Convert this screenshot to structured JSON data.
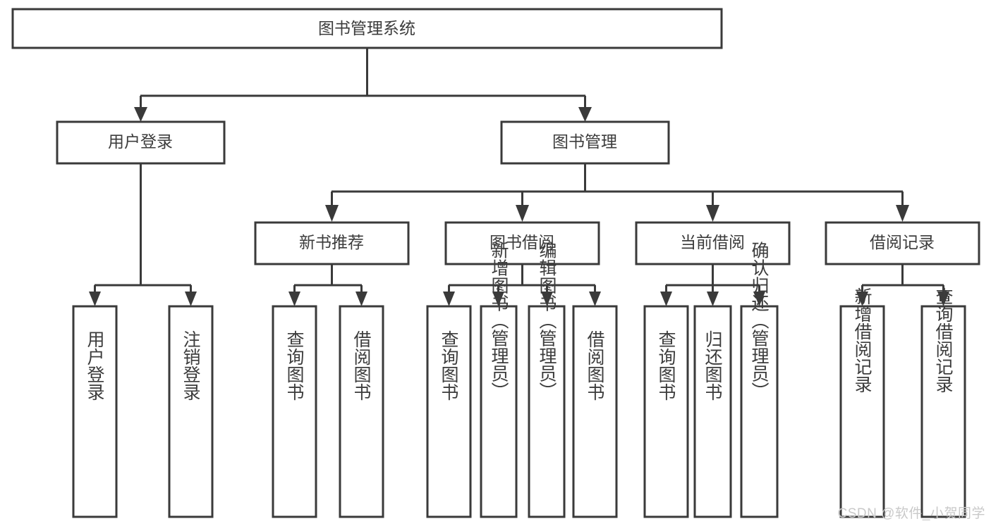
{
  "diagram": {
    "title": "图书管理系统",
    "type": "tree-hierarchy-chart",
    "watermark": "CSDN @软件_小贺同学",
    "colors": {
      "stroke": "#3a3a3a",
      "fill": "#ffffff",
      "text": "#3c3c3c",
      "watermark": "#c9c9c9"
    },
    "root": {
      "label": "图书管理系统",
      "children": [
        {
          "label": "用户登录",
          "children": [
            {
              "label": "用户登录"
            },
            {
              "label": "注销登录"
            }
          ]
        },
        {
          "label": "图书管理",
          "children": [
            {
              "label": "新书推荐",
              "children": [
                {
                  "label": "查询图书"
                },
                {
                  "label": "借阅图书"
                }
              ]
            },
            {
              "label": "图书借阅",
              "children": [
                {
                  "label": "查询图书"
                },
                {
                  "label": "新增图书（管理员）"
                },
                {
                  "label": "编辑图书（管理员）"
                },
                {
                  "label": "借阅图书"
                }
              ]
            },
            {
              "label": "当前借阅",
              "children": [
                {
                  "label": "查询图书"
                },
                {
                  "label": "归还图书"
                },
                {
                  "label": "确认归还（管理员）"
                }
              ]
            },
            {
              "label": "借阅记录",
              "children": [
                {
                  "label": "新增借阅记录"
                },
                {
                  "label": "查询借阅记录"
                }
              ]
            }
          ]
        }
      ]
    },
    "nodes": {
      "root": "图书管理系统",
      "l1_user_login": "用户登录",
      "l1_book_mgmt": "图书管理",
      "l2_new_book_rec": "新书推荐",
      "l2_book_borrow": "图书借阅",
      "l2_current_borrow": "当前借阅",
      "l2_borrow_record": "借阅记录",
      "leaf_user_login": "用户登录",
      "leaf_logout": "注销登录",
      "leaf_query_book_a": "查询图书",
      "leaf_borrow_book_a": "借阅图书",
      "leaf_query_book_b": "查询图书",
      "leaf_add_book": "新增图书（管理员）",
      "leaf_edit_book": "编辑图书（管理员）",
      "leaf_borrow_book_b": "借阅图书",
      "leaf_query_book_c": "查询图书",
      "leaf_return_book": "归还图书",
      "leaf_confirm_return": "确认归还（管理员）",
      "leaf_add_record": "新增借阅记录",
      "leaf_query_record": "查询借阅记录"
    }
  }
}
